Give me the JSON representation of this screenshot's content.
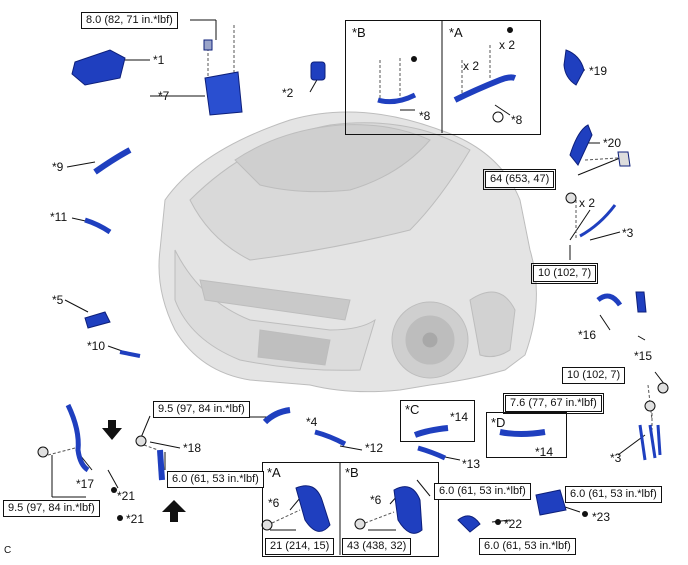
{
  "diagram": {
    "colors": {
      "part": "#1f3fbf",
      "part_dark": "#0d1f7a",
      "line": "#111111",
      "car": "#d6d6d6"
    },
    "callouts": {
      "p1": "*1",
      "p2": "*2",
      "p3a": "*3",
      "p3b": "*3",
      "p4": "*4",
      "p5": "*5",
      "p6a": "*6",
      "p6b": "*6",
      "p7": "*7",
      "p8a": "*8",
      "p8b": "*8",
      "p9": "*9",
      "p10": "*10",
      "p11": "*11",
      "p12": "*12",
      "p13": "*13",
      "p14a": "*14",
      "p14b": "*14",
      "p15": "*15",
      "p16": "*16",
      "p17": "*17",
      "p18": "*18",
      "p19": "*19",
      "p20": "*20",
      "p21a": "*21",
      "p21b": "*21",
      "p22": "*22",
      "p23": "*23",
      "x2a": "x 2",
      "x2b": "x 2",
      "x2c": "x 2"
    },
    "panel_labels": {
      "topB": "*B",
      "topA": "*A",
      "midC": "*C",
      "midD": "*D",
      "botA": "*A",
      "botB": "*B"
    },
    "torques": {
      "t_top": "8.0 (82, 71 in.*lbf)",
      "t64": "64 (653, 47)",
      "t10a": "10 (102, 7)",
      "t10b": "10 (102, 7)",
      "t76": "7.6 (77, 67 in.*lbf)",
      "t95a": "9.5 (97, 84 in.*lbf)",
      "t95b": "9.5 (97, 84 in.*lbf)",
      "t60a": "6.0 (61, 53 in.*lbf)",
      "t21": "21 (214, 15)",
      "t43": "43 (438, 32)",
      "t60b": "6.0 (61, 53 in.*lbf)",
      "t60c": "6.0 (61, 53 in.*lbf)",
      "t60d": "6.0 (61, 53 in.*lbf)"
    },
    "corner_code": "C"
  }
}
